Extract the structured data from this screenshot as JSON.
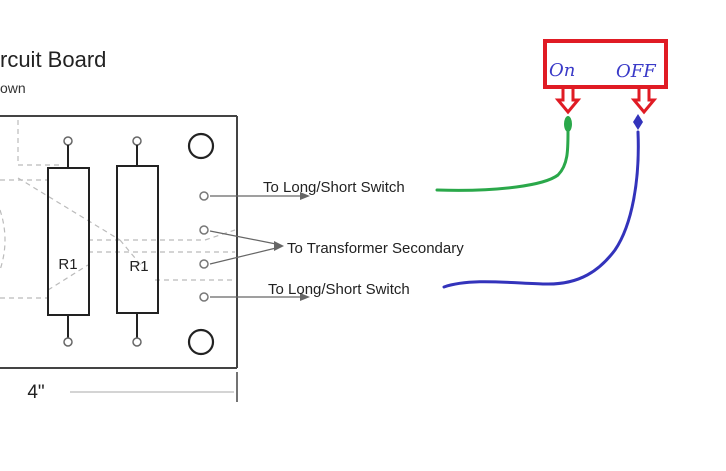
{
  "diagram": {
    "title": "rcuit Board",
    "subtitle": "own",
    "resistors": [
      {
        "label": "R1"
      },
      {
        "label": "R1"
      }
    ],
    "connections": [
      {
        "label": "To Long/Short Switch"
      },
      {
        "label": "To Transformer Secondary"
      },
      {
        "label": "To Long/Short Switch"
      }
    ],
    "dimension": "4\"",
    "switch_box": {
      "on_label": "On",
      "off_label": "OFF"
    },
    "colors": {
      "green_wire": "#2aa84a",
      "blue_wire": "#3333bb",
      "red_box": "#e01b24",
      "board_line": "#444444"
    }
  }
}
